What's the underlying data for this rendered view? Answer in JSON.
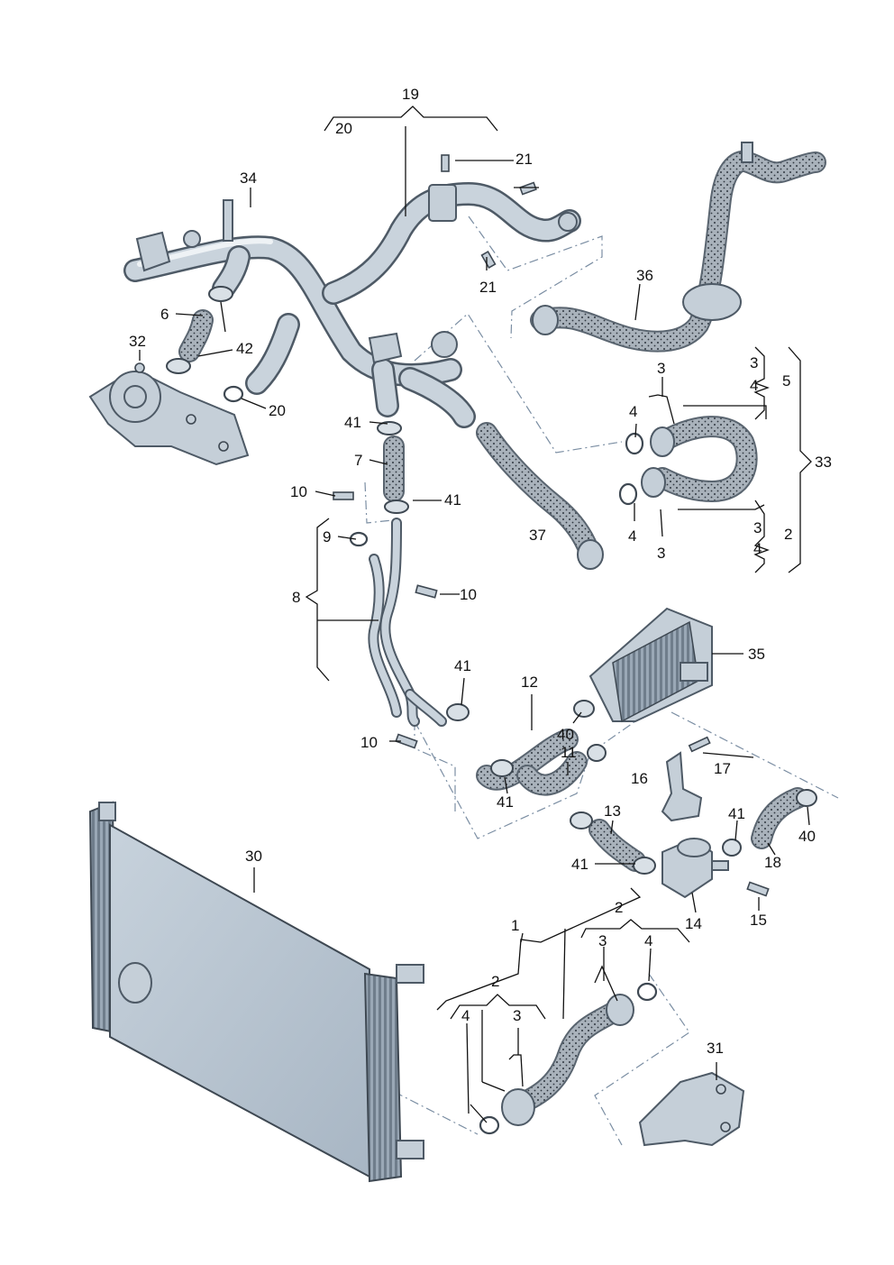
{
  "labels": {
    "l1": "1",
    "l2a": "2",
    "l2b": "2",
    "l2c": "2",
    "l3a": "3",
    "l3b": "3",
    "l3c": "3",
    "l3d": "3",
    "l3e": "3",
    "l3f": "3",
    "l4a": "4",
    "l4b": "4",
    "l4c": "4",
    "l4d": "4",
    "l4e": "4",
    "l4f": "4",
    "l5": "5",
    "l6": "6",
    "l7": "7",
    "l8": "8",
    "l9": "9",
    "l10a": "10",
    "l10b": "10",
    "l10c": "10",
    "l11": "11",
    "l12": "12",
    "l13": "13",
    "l14": "14",
    "l15": "15",
    "l16": "16",
    "l17": "17",
    "l18": "18",
    "l19": "19",
    "l20a": "20",
    "l20b": "20",
    "l21a": "21",
    "l21b": "21",
    "l30": "30",
    "l31": "31",
    "l32": "32",
    "l33": "33",
    "l34": "34",
    "l35": "35",
    "l36": "36",
    "l37": "37",
    "l40a": "40",
    "l40b": "40",
    "l41a": "41",
    "l41b": "41",
    "l41c": "41",
    "l41d": "41",
    "l41e": "41",
    "l42": "42"
  },
  "colors": {
    "background": "#ffffff",
    "metal": "#c5cfd8",
    "hose": "#8b95a0",
    "radiator": "#b9c6d3",
    "leader": "#111111"
  }
}
